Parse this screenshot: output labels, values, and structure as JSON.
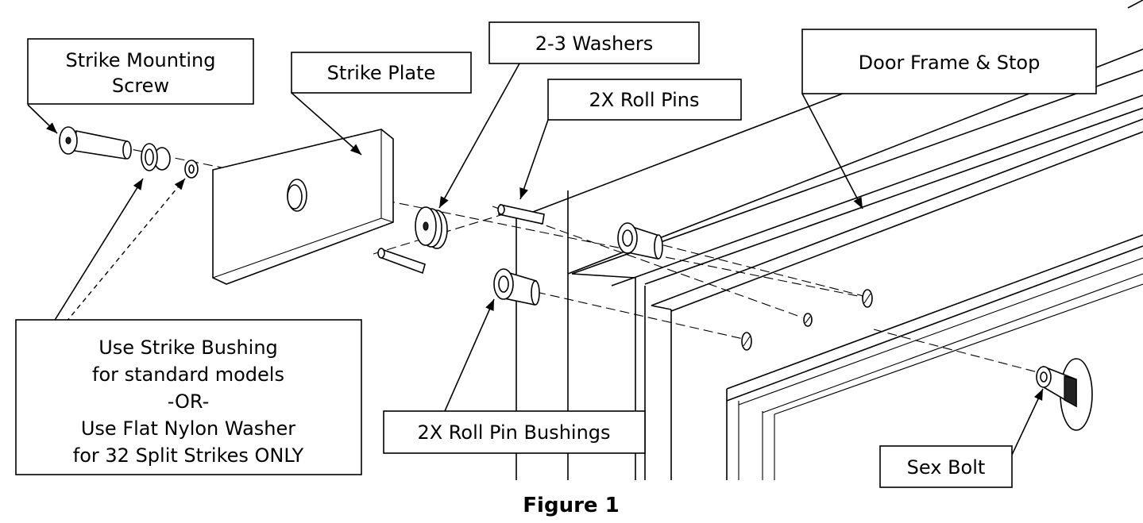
{
  "labels": {
    "strike_mounting_screw": [
      "Strike Mounting",
      "Screw"
    ],
    "strike_plate": "Strike Plate",
    "washers": "2-3 Washers",
    "roll_pins": "2X Roll Pins",
    "door_frame_stop": "Door Frame & Stop",
    "use_strike_bushing": [
      "Use Strike Bushing",
      "for standard models",
      "-OR-",
      "Use Flat Nylon Washer",
      "for 32 Split Strikes ONLY"
    ],
    "roll_pin_bushings": "2X Roll Pin Bushings",
    "sex_bolt": "Sex Bolt"
  },
  "caption": "Figure 1"
}
